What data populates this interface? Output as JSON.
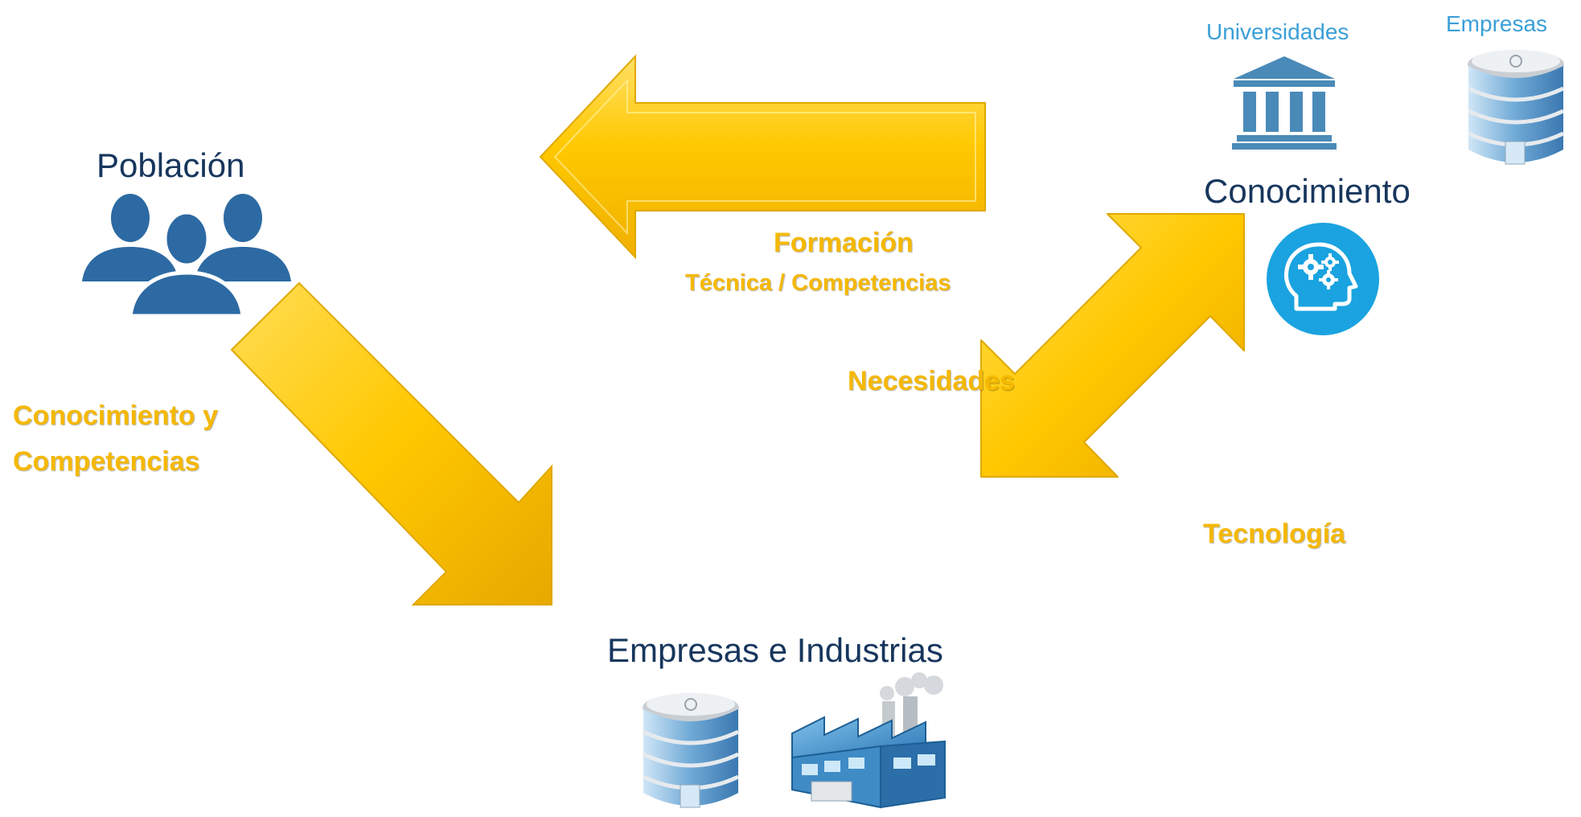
{
  "colors": {
    "arrow": "#ffc800",
    "arrow_edge": "#e0a800",
    "node_text": "#17365d",
    "flow_text": "#f5b800",
    "source_text": "#3a9fd8",
    "people_icon": "#2d6aa3",
    "brain_circle": "#1aa3e0",
    "university_icon": "#4a8ab8"
  },
  "nodes": {
    "poblacion": {
      "label": "Población",
      "icon": "people-group-icon"
    },
    "conocimiento": {
      "label": "Conocimiento",
      "icon": "brain-gears-icon"
    },
    "empresas_industrias": {
      "label": "Empresas e Industrias",
      "icons": [
        "office-building-icon",
        "factory-icon"
      ]
    }
  },
  "sources": {
    "universidades": {
      "label": "Universidades",
      "icon": "university-icon"
    },
    "empresas": {
      "label": "Empresas",
      "icon": "office-building-icon"
    }
  },
  "flows": {
    "formacion": {
      "title": "Formación",
      "subtitle": "Técnica / Competencias"
    },
    "conocimiento_y": {
      "line1": "Conocimiento y",
      "line2": "Competencias"
    },
    "necesidades": {
      "label": "Necesidades"
    },
    "tecnologia": {
      "label": "Tecnología"
    }
  }
}
